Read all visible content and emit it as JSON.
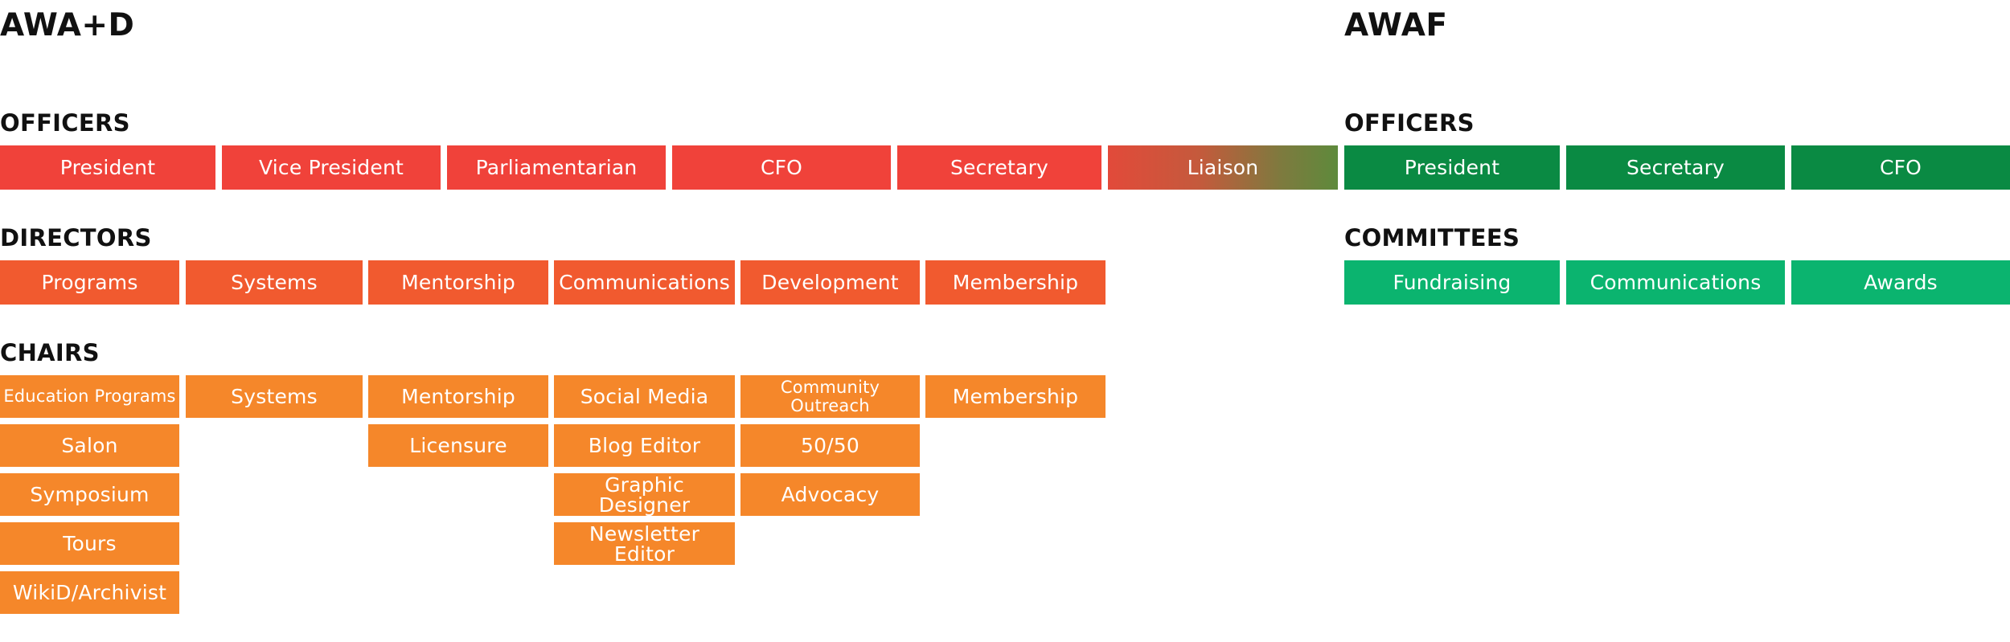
{
  "colors": {
    "officer": "#f0423a",
    "director": "#f15a2f",
    "chair": "#f5872a",
    "awaf_officer": "#0a8a43",
    "awaf_committee": "#0bb46f"
  },
  "awad": {
    "title": "AWA+D",
    "officers_label": "OFFICERS",
    "officers": [
      "President",
      "Vice President",
      "Parliamentarian",
      "CFO",
      "Secretary"
    ],
    "liaison": "Liaison",
    "directors_label": "DIRECTORS",
    "directors": [
      "Programs",
      "Systems",
      "Mentorship",
      "Communications",
      "Development",
      "Membership"
    ],
    "chairs_label": "CHAIRS",
    "chairs": {
      "programs": [
        "Education Programs",
        "Salon",
        "Symposium",
        "Tours",
        "WikiD/Archivist"
      ],
      "systems": [
        "Systems"
      ],
      "mentorship": [
        "Mentorship",
        "Licensure"
      ],
      "communications": [
        "Social Media",
        "Blog Editor",
        "Graphic Designer",
        "Newsletter Editor"
      ],
      "development": [
        "Community Outreach",
        "50/50",
        "Advocacy"
      ],
      "membership": [
        "Membership"
      ]
    }
  },
  "awaf": {
    "title": "AWAF",
    "officers_label": "OFFICERS",
    "officers": [
      "President",
      "Secretary",
      "CFO"
    ],
    "committees_label": "COMMITTEES",
    "committees": [
      "Fundraising",
      "Communications",
      "Awards"
    ]
  }
}
